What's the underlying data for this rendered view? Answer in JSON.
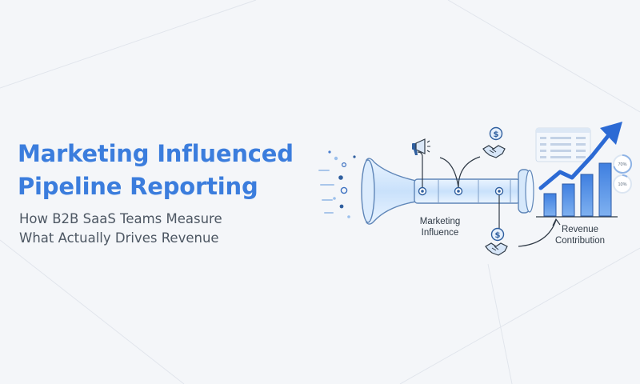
{
  "headline": {
    "line1": "Marketing Influenced",
    "line2": "Pipeline Reporting"
  },
  "subheadline": {
    "line1": "How B2B SaaS Teams Measure",
    "line2": "What Actually Drives Revenue"
  },
  "labels": {
    "marketing_influence_1": "Marketing",
    "marketing_influence_2": "Influence",
    "revenue_contribution_1": "Revenue",
    "revenue_contribution_2": "Contribution",
    "stat_a": "70%",
    "stat_b": "10%"
  },
  "bar_chart": {
    "values": [
      28,
      40,
      52,
      66
    ]
  },
  "icons": [
    "megaphone-icon",
    "dollar-coin-icon",
    "handshake-icon",
    "trend-arrow-icon"
  ],
  "colors": {
    "headline": "#3b7ddd",
    "subheadline": "#4d5763",
    "accent": "#2f6fd6"
  }
}
